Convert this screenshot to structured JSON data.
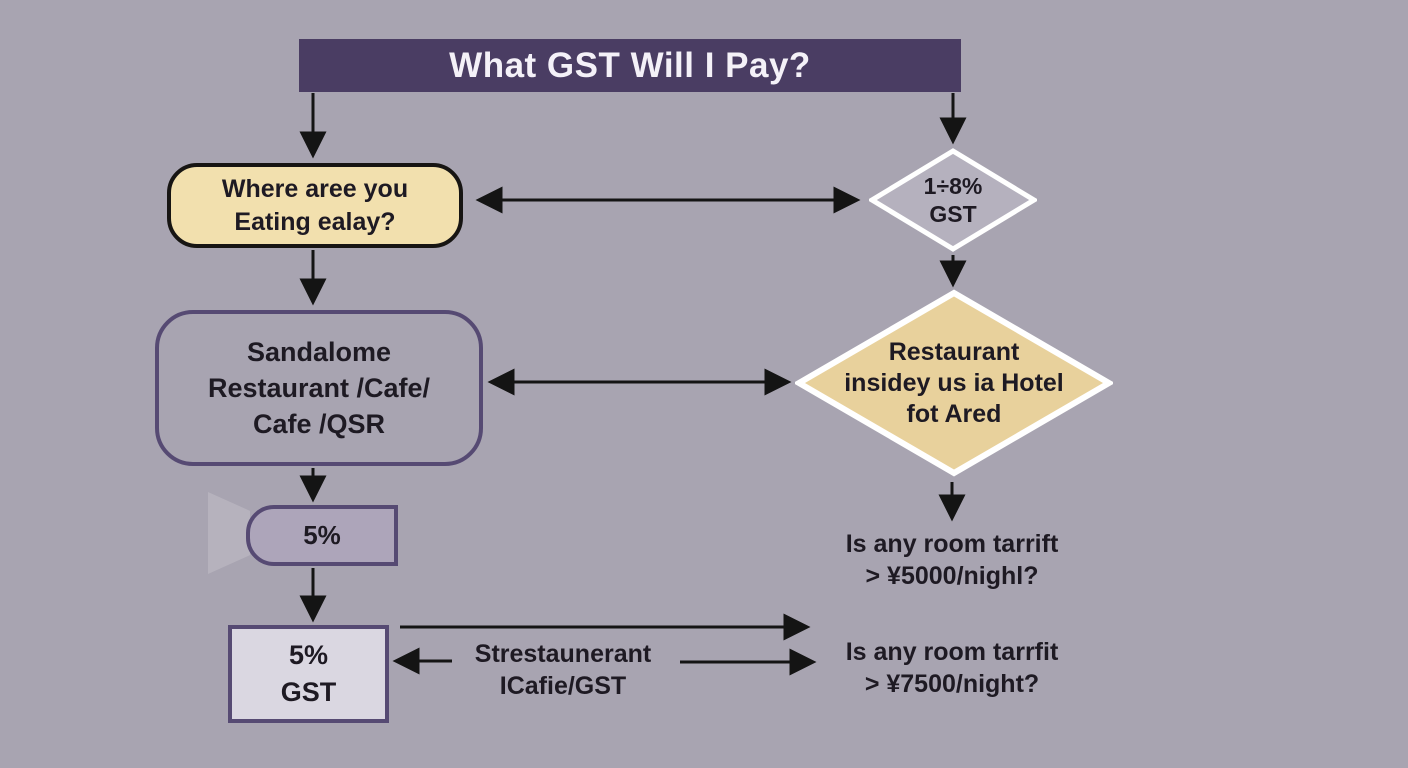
{
  "title": "What GST Will I Pay?",
  "nodes": {
    "where_eating": {
      "line1": "Where aree you",
      "line2": "Eating ealay?"
    },
    "standalone": {
      "line1": "Sandalome",
      "line2": "Restaurant /Cafe/",
      "line3": "Cafe /QSR"
    },
    "five_pct": {
      "label": "5%"
    },
    "five_pct_gst": {
      "line1": "5%",
      "line2": "GST"
    },
    "gst_18_diamond": {
      "line1": "1÷8%",
      "line2": "GST"
    },
    "hotel_diamond": {
      "line1": "Restaurant",
      "line2": "insidey us ia Hotel",
      "line3": "fot Ared"
    },
    "tariff_5000": {
      "line1": "Is any room tarrift",
      "line2": "> ¥5000/nighl?"
    },
    "tariff_7500": {
      "line1": "Is any room tarrfit",
      "line2": "> ¥7500/night?"
    },
    "restaurant_cafe_label": {
      "line1": "Strestaunerant",
      "line2": "ICafie/GST"
    }
  },
  "colors": {
    "background": "#a8a4b1",
    "title_bar": "#4a3d63",
    "title_text": "#f4f1f8",
    "tan_fill": "#f2e0ae",
    "tan_diamond_fill": "#e8d19c",
    "gray_diamond_fill": "#b5b1be",
    "purple_border": "#564a73",
    "black_border": "#171513",
    "box_5_fill": "#ada5ba",
    "box_5gst_fill": "#dad7e1",
    "arrow": "#141414",
    "text": "#1e1a23"
  }
}
